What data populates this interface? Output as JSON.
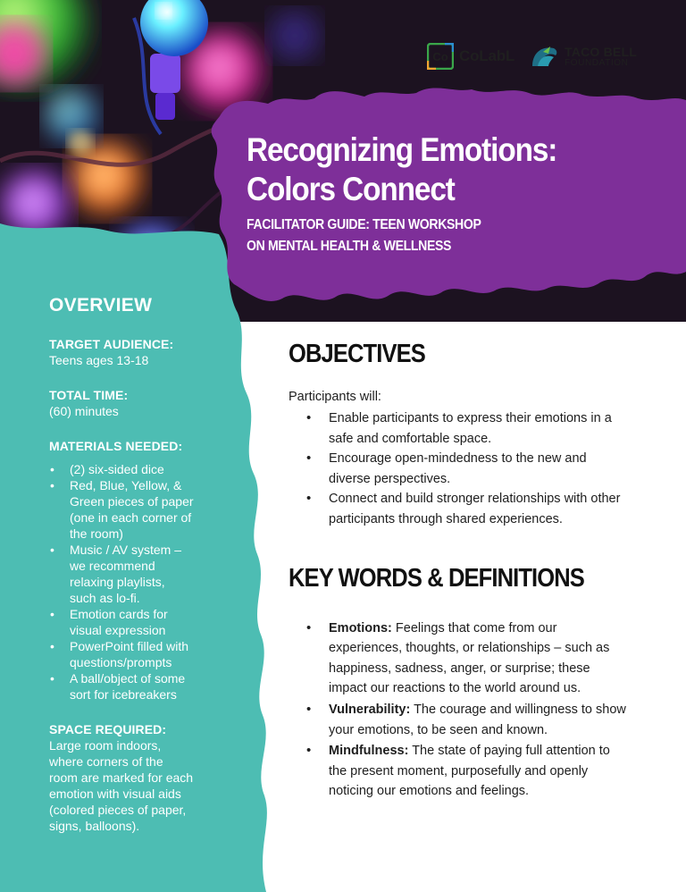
{
  "header": {
    "title_line1": "Recognizing Emotions:",
    "title_line2": "Colors Connect",
    "subtitle_line1": "FACILITATOR GUIDE: TEEN WORKSHOP",
    "subtitle_line2": "ON MENTAL HEALTH & WELLNESS"
  },
  "logos": {
    "colabl": {
      "mark": "Co",
      "name": "CoLabL"
    },
    "taco_bell": {
      "line1": "TACO BELL",
      "line2": "FOUNDATION"
    }
  },
  "overview": {
    "heading": "OVERVIEW",
    "target_audience": {
      "label": "TARGET AUDIENCE:",
      "lines": [
        "Teens ages 13-18"
      ]
    },
    "total_time": {
      "label": "TOTAL TIME:",
      "lines": [
        "(60) minutes"
      ]
    },
    "materials": {
      "label": "MATERIALS NEEDED:",
      "items": [
        [
          "(2) six-sided dice"
        ],
        [
          "Red, Blue, Yellow, &",
          "Green pieces of paper",
          "(one in each corner of",
          "the room)"
        ],
        [
          "Music / AV system –",
          "we recommend",
          "relaxing playlists,",
          "such as lo-fi."
        ],
        [
          "Emotion cards for",
          "visual expression"
        ],
        [
          "PowerPoint filled with",
          "questions/prompts"
        ],
        [
          "A ball/object of some",
          "sort for icebreakers"
        ]
      ]
    },
    "space": {
      "label": "SPACE REQUIRED:",
      "lines": [
        "Large room indoors,",
        "where corners of the",
        "room are marked for each",
        "emotion with visual aids",
        "(colored pieces of paper,",
        "signs, balloons)."
      ]
    }
  },
  "objectives": {
    "heading": "OBJECTIVES",
    "intro": "Participants will:",
    "items": [
      [
        "Enable participants to express their emotions in a",
        "safe and comfortable space."
      ],
      [
        "Encourage open-mindedness to the new and",
        "diverse perspectives."
      ],
      [
        "Connect and build stronger relationships with other",
        "participants through shared experiences."
      ]
    ]
  },
  "keywords": {
    "heading": "KEY WORDS & DEFINITIONS",
    "items": [
      {
        "term": "Emotions:",
        "lines": [
          " Feelings that come from our",
          "experiences, thoughts, or relationships – such as",
          "happiness, sadness, anger, or surprise; these",
          "impact our reactions to the world around us."
        ]
      },
      {
        "term": "Vulnerability:",
        "lines": [
          " The courage and willingness to show",
          "your emotions, to be seen and known."
        ]
      },
      {
        "term": "Mindfulness:",
        "lines": [
          " The state of paying full attention to",
          "the present moment, purposefully and openly",
          "noticing our emotions and feelings."
        ]
      }
    ]
  },
  "colors": {
    "teal": "#4dbdb3",
    "purple": "#7e2f99",
    "ink": "#1e1e1e",
    "white": "#ffffff"
  }
}
